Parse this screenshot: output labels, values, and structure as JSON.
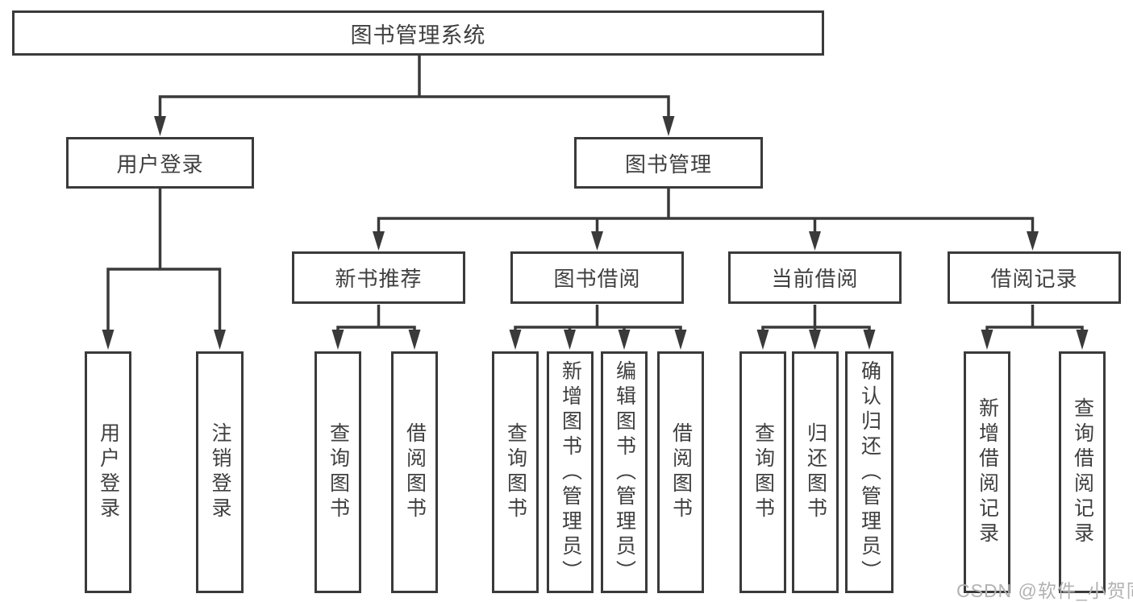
{
  "diagram": {
    "type": "hierarchy-tree",
    "root": {
      "label": "图书管理系统"
    },
    "level2": [
      {
        "id": "user-login",
        "label": "用户登录",
        "parent": "图书管理系统"
      },
      {
        "id": "book-management",
        "label": "图书管理",
        "parent": "图书管理系统"
      }
    ],
    "level3": [
      {
        "id": "new-book-recommend",
        "label": "新书推荐",
        "parent": "图书管理"
      },
      {
        "id": "book-borrowing",
        "label": "图书借阅",
        "parent": "图书管理"
      },
      {
        "id": "current-borrowing",
        "label": "当前借阅",
        "parent": "图书管理"
      },
      {
        "id": "borrow-records",
        "label": "借阅记录",
        "parent": "图书管理"
      }
    ],
    "leaves": [
      {
        "label": "用户登录",
        "parent": "用户登录"
      },
      {
        "label": "注销登录",
        "parent": "用户登录"
      },
      {
        "label": "查询图书",
        "parent": "新书推荐"
      },
      {
        "label": "借阅图书",
        "parent": "新书推荐"
      },
      {
        "label": "查询图书",
        "parent": "图书借阅"
      },
      {
        "label": "新增图书（管理员）",
        "parent": "图书借阅"
      },
      {
        "label": "编辑图书（管理员）",
        "parent": "图书借阅"
      },
      {
        "label": "借阅图书",
        "parent": "图书借阅"
      },
      {
        "label": "查询图书",
        "parent": "当前借阅"
      },
      {
        "label": "归还图书",
        "parent": "当前借阅"
      },
      {
        "label": "确认归还（管理员）",
        "parent": "当前借阅"
      },
      {
        "label": "新增借阅记录",
        "parent": "借阅记录"
      },
      {
        "label": "查询借阅记录",
        "parent": "借阅记录"
      }
    ]
  },
  "watermark": {
    "text": "CSDN @软件_小贺同学"
  },
  "colors": {
    "line": "#3a3a3a",
    "text": "#3f3f3f",
    "box_background": "#ffffff",
    "watermark": "#b2b2b2"
  }
}
